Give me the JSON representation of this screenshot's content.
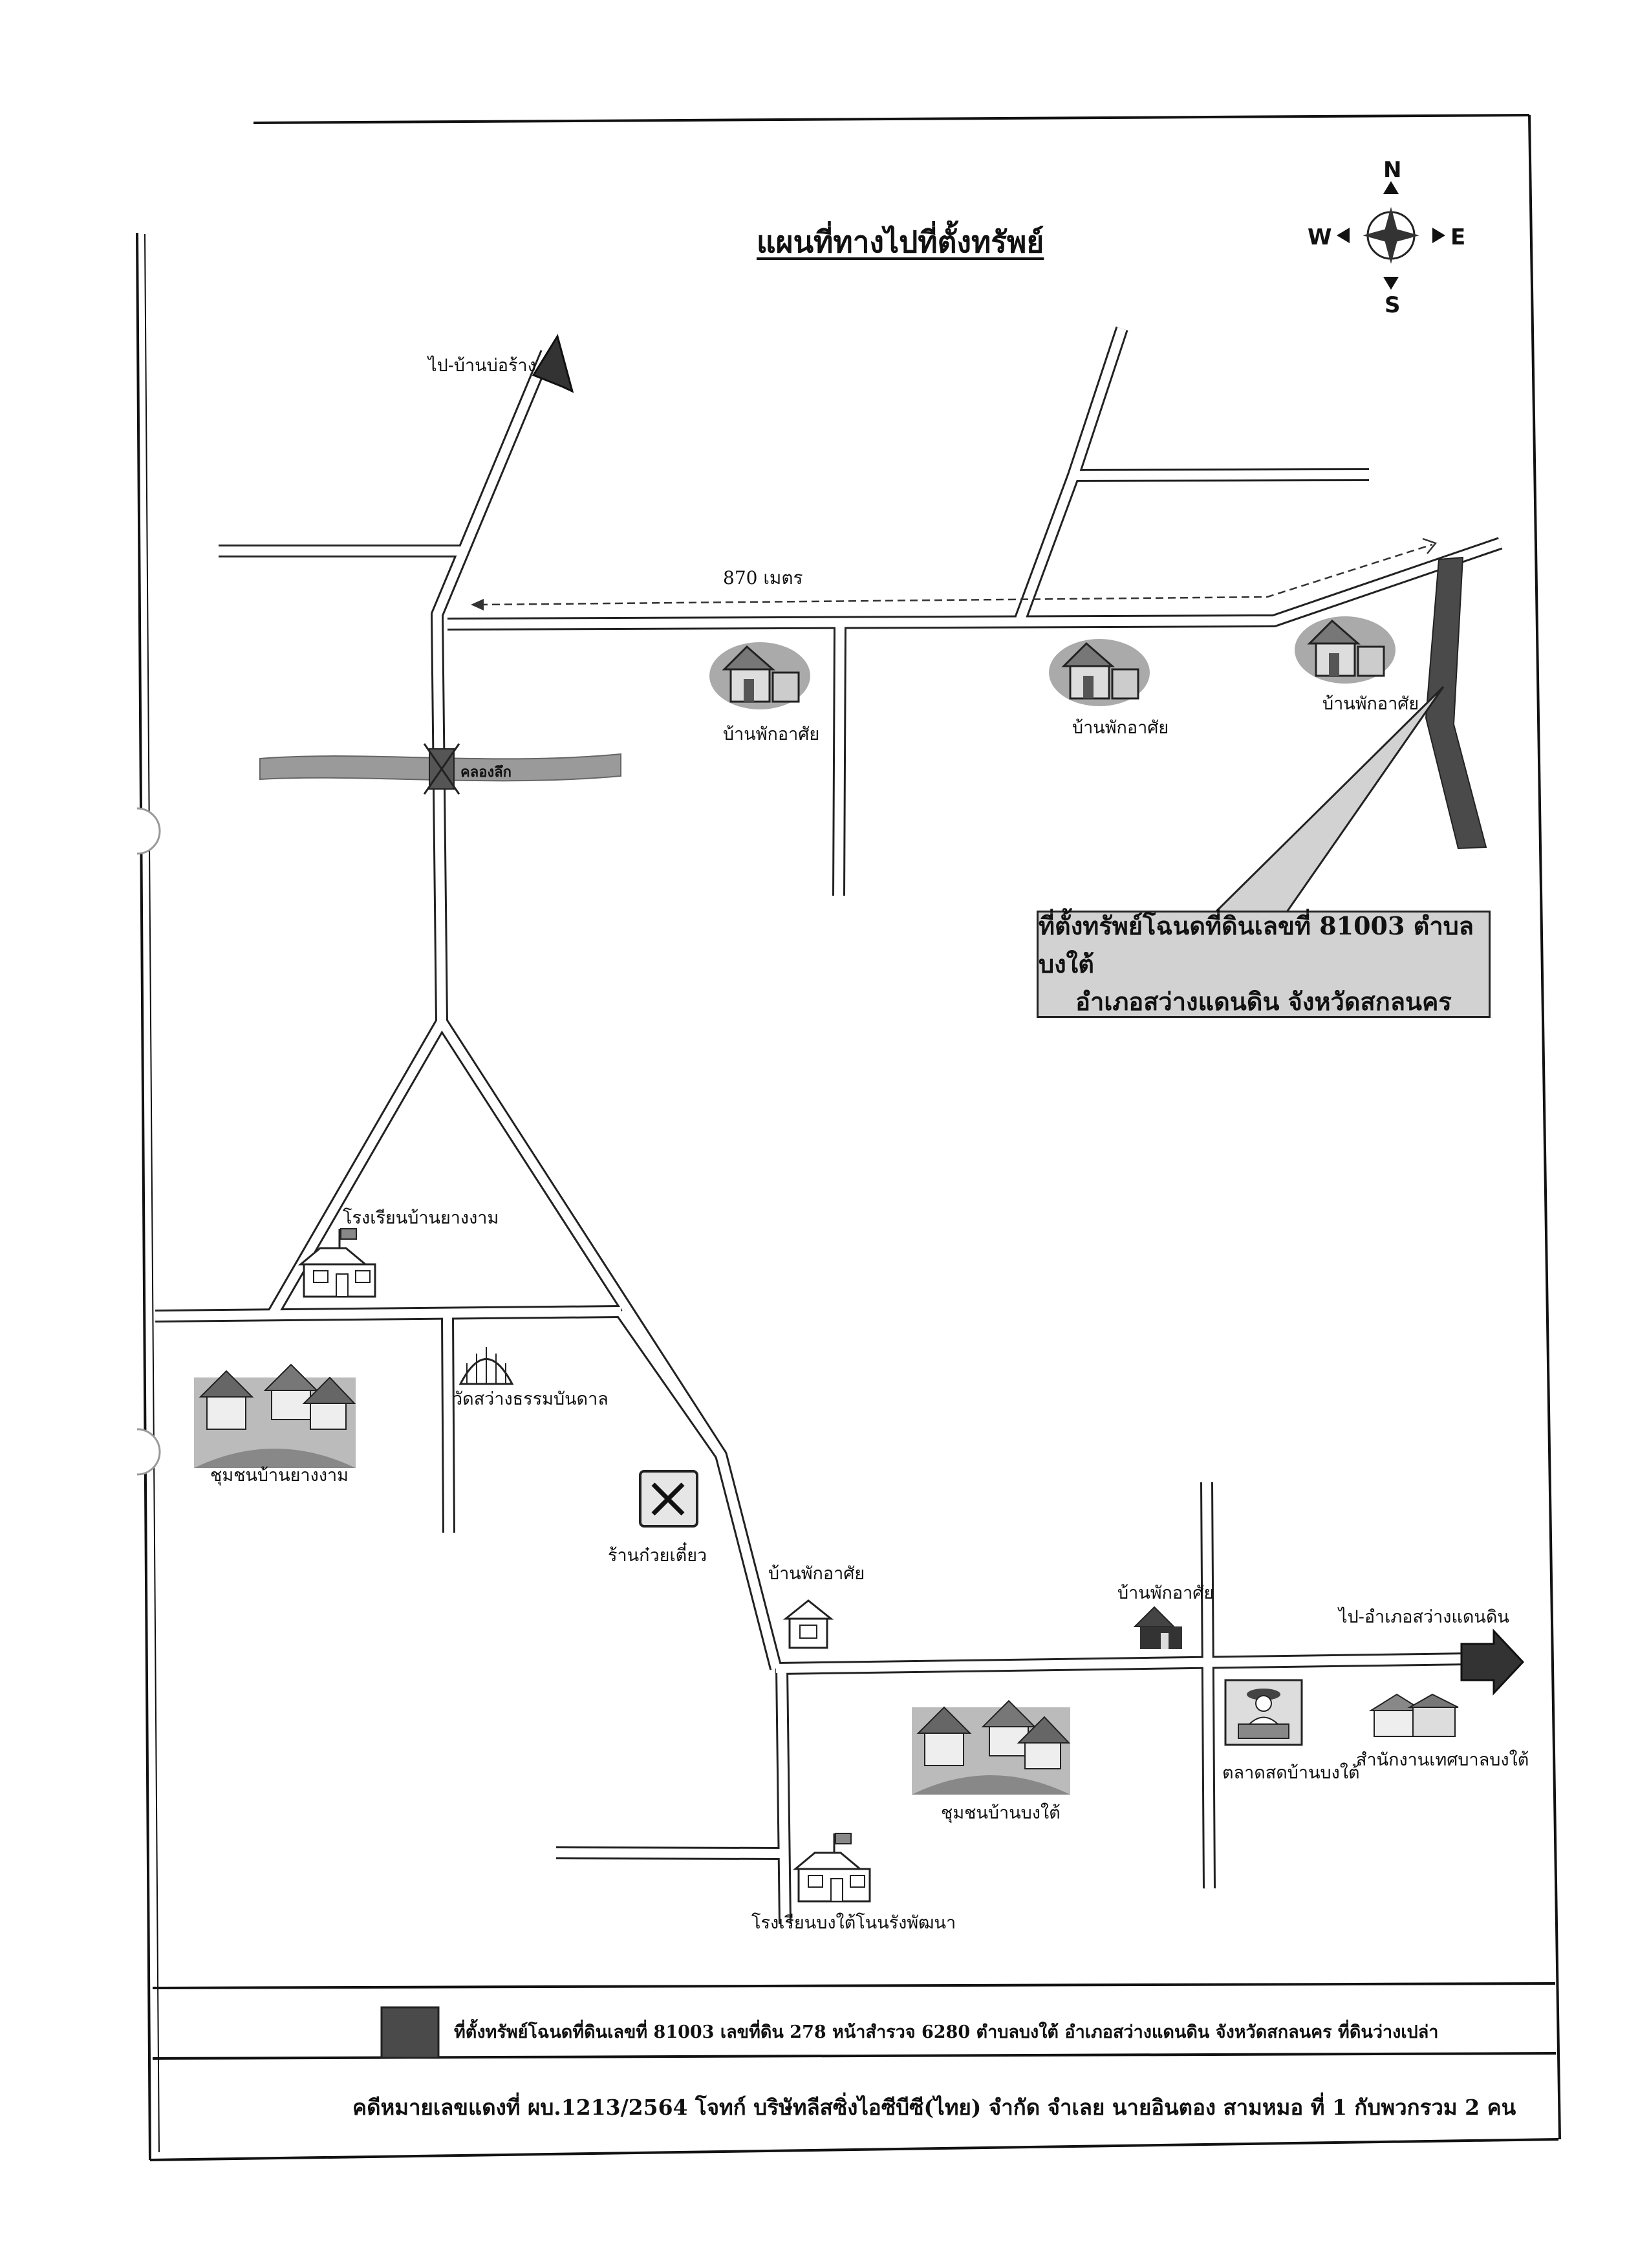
{
  "title": "แผนที่ทางไปที่ตั้งทรัพย์",
  "compass": {
    "north": "N",
    "south": "S",
    "east": "E",
    "west": "W"
  },
  "labels": {
    "to_ban_bo_rang": "ไป-บ้านบ่อร้าง",
    "distance": "870 เมตร",
    "canal": "คลองลึก",
    "house_1": "บ้านพักอาศัย",
    "house_2": "บ้านพักอาศัย",
    "house_3": "บ้านพักอาศัย",
    "house_4": "บ้านพักอาศัย",
    "house_5": "บ้านพักอาศัย",
    "school_yang_ngam": "โรงเรียนบ้านยางงาม",
    "temple": "วัดสว่างธรรมบันดาล",
    "community_yang_ngam": "ชุมชนบ้านยางงาม",
    "noodle_shop": "ร้านก๋วยเตี๋ยว",
    "to_sawang_daen_din": "ไป-อำเภอสว่างแดนดิน",
    "community_bong_tai": "ชุมชนบ้านบงใต้",
    "market": "ตลาดสดบ้านบงใต้",
    "municipal_office": "สำนักงานเทศบาลบงใต้",
    "school_bong_tai": "โรงเรียนบงใต้โนนรังพัฒนา"
  },
  "callout": {
    "line1": "ที่ตั้งทรัพย์โฉนดที่ดินเลขที่ 81003 ตำบลบงใต้",
    "line2": "อำเภอสว่างแดนดิน จังหวัดสกลนคร"
  },
  "legend": {
    "text": "ที่ตั้งทรัพย์โฉนดที่ดินเลขที่ 81003 เลขที่ดิน 278 หน้าสำรวจ 6280 ตำบลบงใต้ อำเภอสว่างแดนดิน จังหวัดสกลนคร ที่ดินว่างเปล่า",
    "swatch_color": "#4a4a4a"
  },
  "case_line": "คดีหมายเลขแดงที่ ผบ.1213/2564 โจทก์ บริษัทลีสซิ่งไอซีบีซี(ไทย) จำกัด  จำเลย นายอินตอง  สามหมอ ที่ 1 กับพวกรวม 2 คน",
  "colors": {
    "road_edge": "#222222",
    "plot": "#4a4a4a",
    "canal": "#9a9a9a",
    "callout_bg": "#d2d2d2"
  },
  "icons": [
    "compass-icon",
    "arrow-up-icon",
    "arrow-right-icon",
    "house-icon",
    "school-icon",
    "temple-icon",
    "fork-knife-icon",
    "village-icon",
    "market-vendor-icon",
    "office-building-icon",
    "property-plot-icon"
  ]
}
